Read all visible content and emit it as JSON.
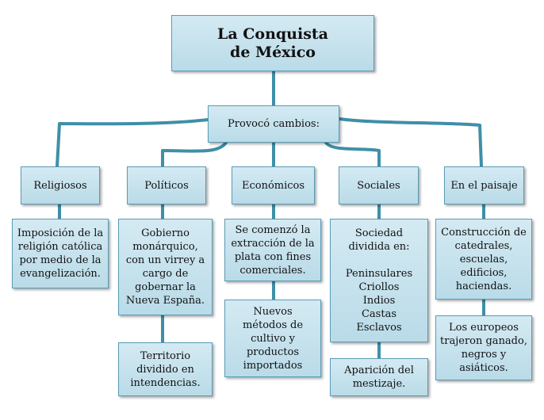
{
  "title": [
    "La Conquista",
    "de México"
  ],
  "hub": "Provocó cambios:",
  "categories": [
    "Religiosos",
    "Políticos",
    "Económicos",
    "Sociales",
    "En el paisaje"
  ],
  "details": {
    "religiosos": [
      "Imposición de la",
      "religión católica",
      "por medio de la",
      "evangelización."
    ],
    "politicos_1": [
      "Gobierno",
      "monárquico,",
      "con un virrey a",
      "cargo de",
      "gobernar la",
      "Nueva España."
    ],
    "politicos_2": [
      "Territorio",
      "dividido en",
      "intendencias."
    ],
    "economicos_1": [
      "Se comenzó la",
      "extracción de la",
      "plata con fines",
      "comerciales."
    ],
    "economicos_2": [
      "Nuevos",
      "métodos de",
      "cultivo y",
      "productos",
      "importados"
    ],
    "sociales_1_intro": [
      "Sociedad",
      "dividida en:"
    ],
    "sociales_1_list": [
      "Peninsulares",
      "Criollos",
      "Indios",
      "Castas",
      "Esclavos"
    ],
    "sociales_2": [
      "Aparición del",
      "mestizaje."
    ],
    "paisaje_1": [
      "Construcción de",
      "catedrales,",
      "escuelas,",
      "edificios,",
      "haciendas."
    ],
    "paisaje_2": [
      "Los europeos",
      "trajeron ganado,",
      "negros y",
      "asiáticos."
    ]
  },
  "colors": {
    "box_fill": "#c4e1ed",
    "box_border": "#5a9cb6",
    "connector": "#3f8fa8"
  }
}
